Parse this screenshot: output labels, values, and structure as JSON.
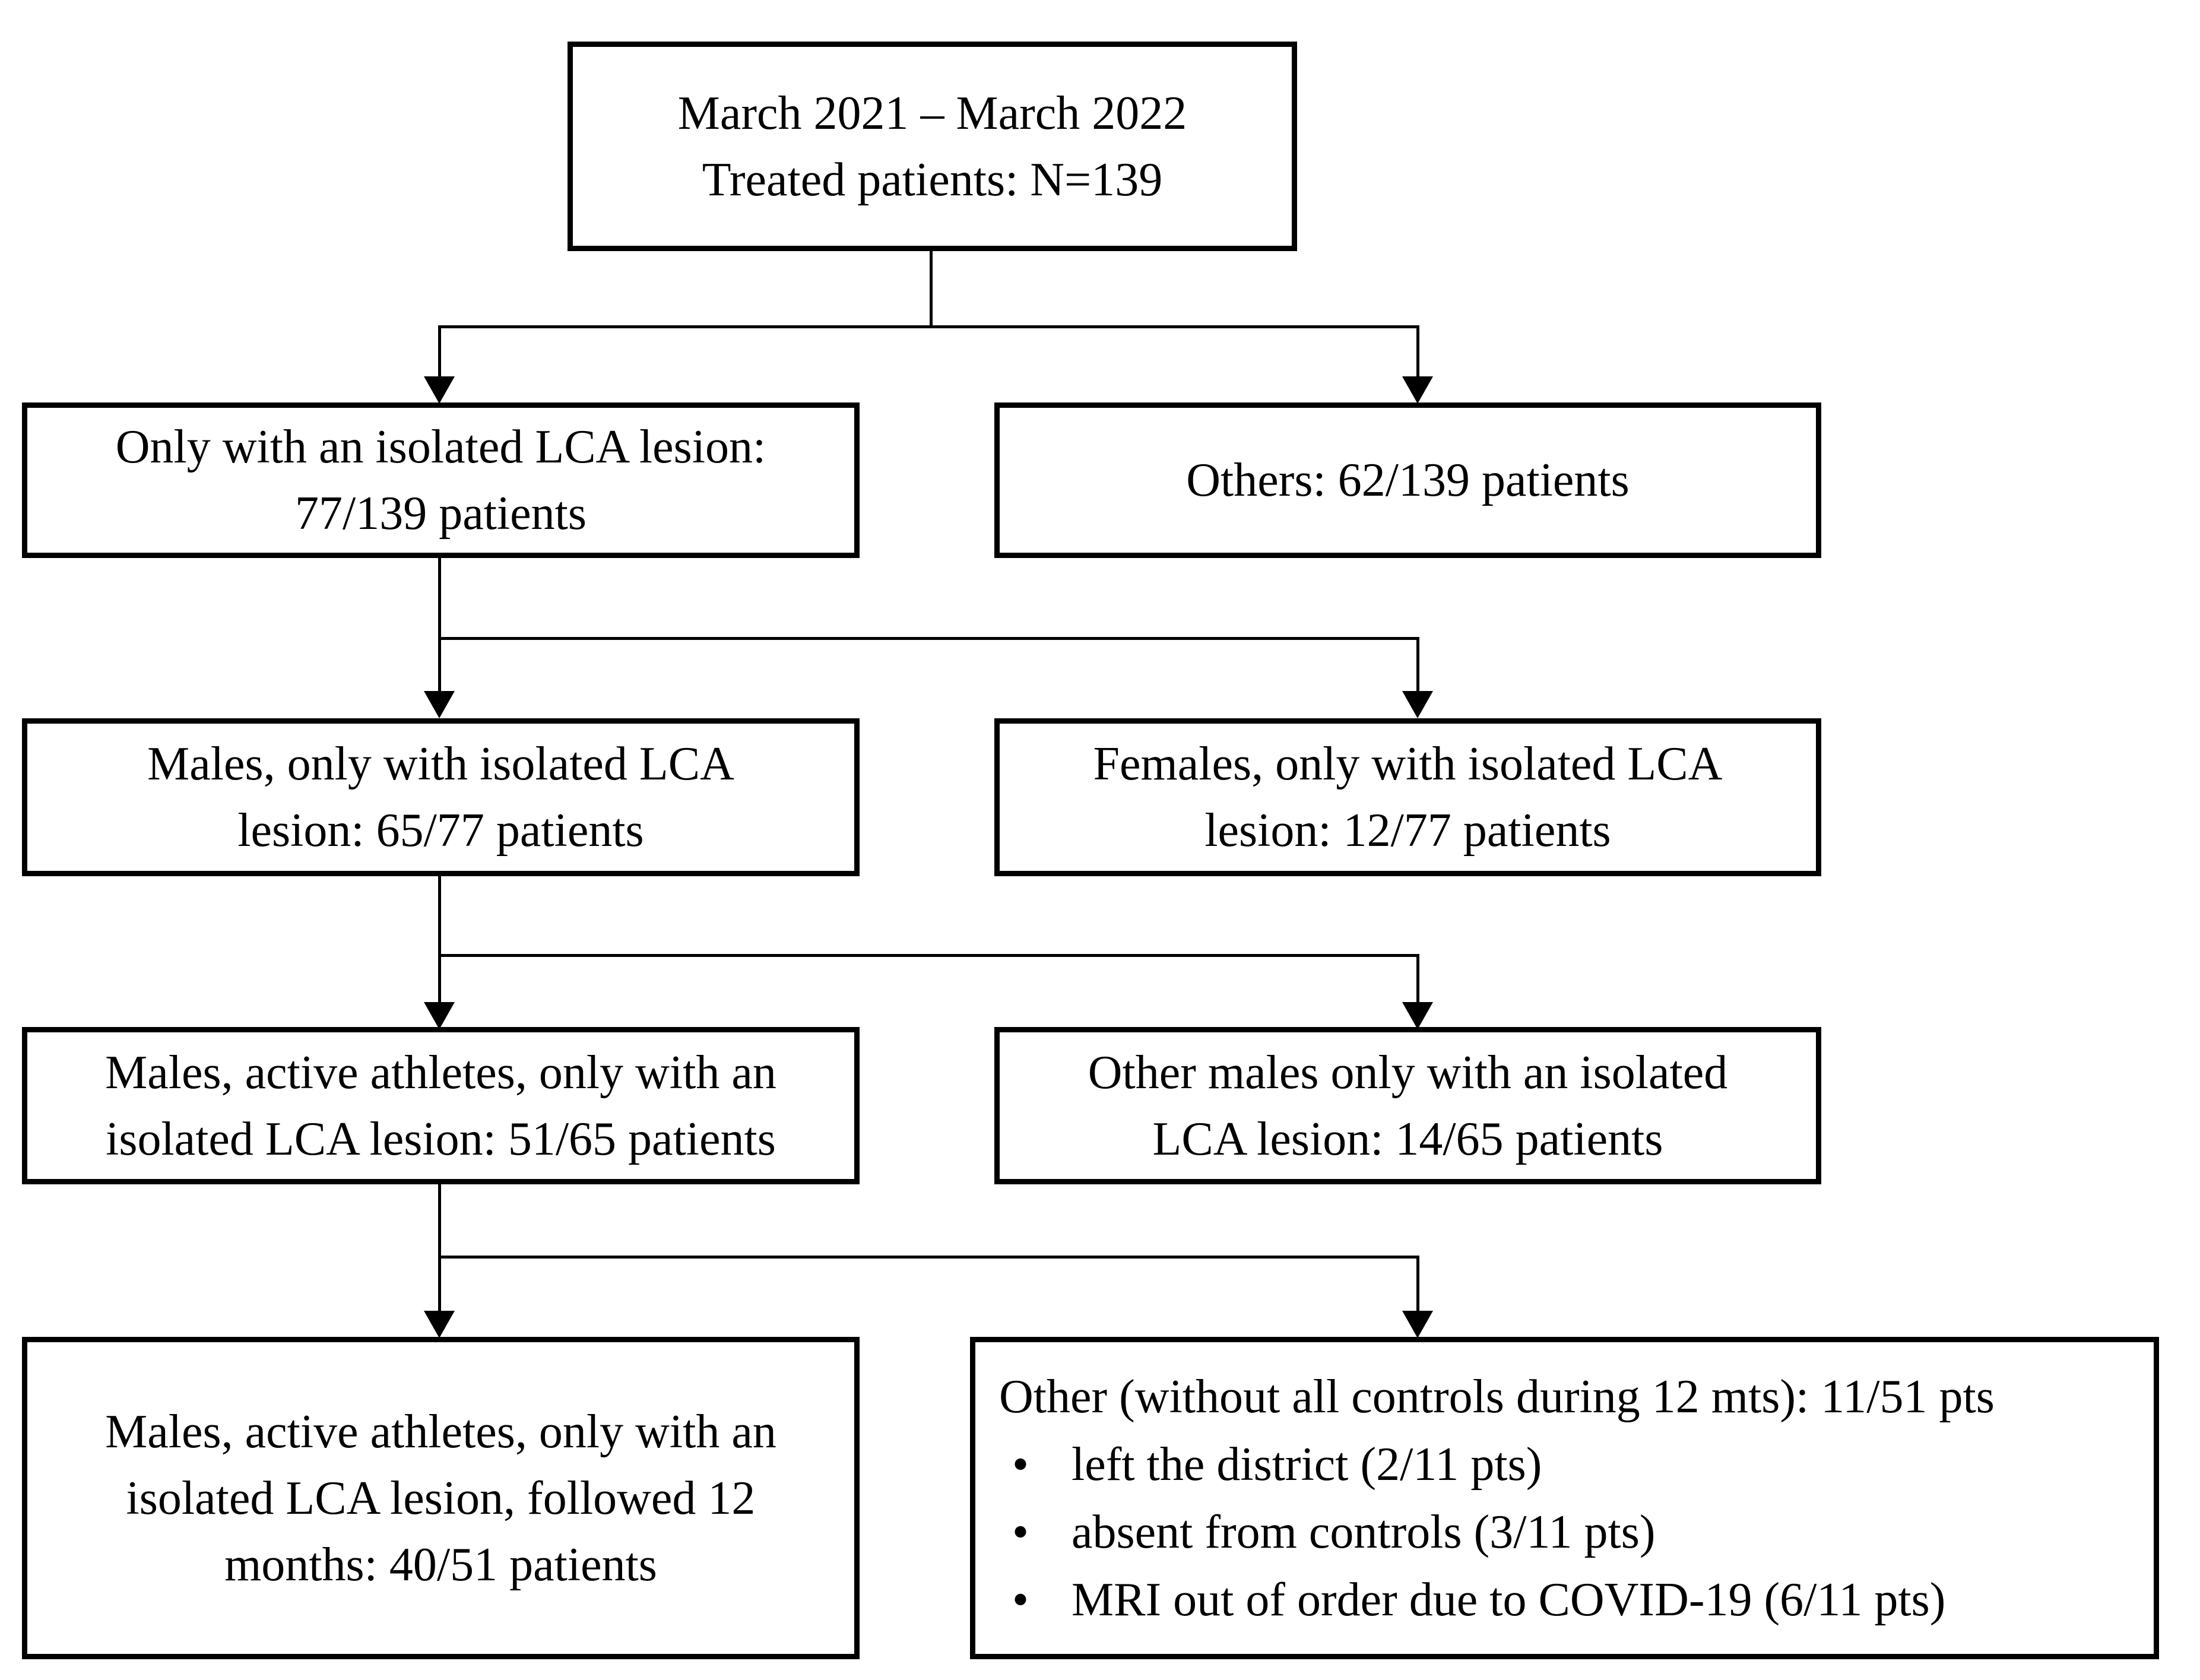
{
  "flowchart": {
    "top_box": {
      "line1": "March 2021 – March 2022",
      "line2": "Treated patients: N=139"
    },
    "row2": {
      "left": {
        "line1": "Only with an isolated LCA lesion:",
        "line2": "77/139 patients"
      },
      "right": {
        "line1": "Others: 62/139 patients"
      }
    },
    "row3": {
      "left": {
        "line1": "Males, only with isolated LCA",
        "line2": "lesion: 65/77 patients"
      },
      "right": {
        "line1": "Females, only with isolated LCA",
        "line2": "lesion: 12/77 patients"
      }
    },
    "row4": {
      "left": {
        "line1": "Males, active athletes, only with an",
        "line2": "isolated LCA lesion: 51/65 patients"
      },
      "right": {
        "line1": "Other males only with an isolated",
        "line2": "LCA lesion: 14/65 patients"
      }
    },
    "row5": {
      "left": {
        "line1": "Males, active athletes, only with an",
        "line2": "isolated LCA lesion, followed 12",
        "line3": "months: 40/51 patients"
      },
      "right": {
        "title": "Other (without all controls during 12 mts): 11/51 pts",
        "bullet_marker": "•",
        "bullets": [
          "left the district (2/11 pts)",
          "absent from controls (3/11 pts)",
          "MRI out of order due to COVID-19 (6/11 pts)"
        ]
      }
    }
  },
  "colors": {
    "background": "#ffffff",
    "box_border": "#000000",
    "line": "#000000",
    "text": "#000000"
  }
}
